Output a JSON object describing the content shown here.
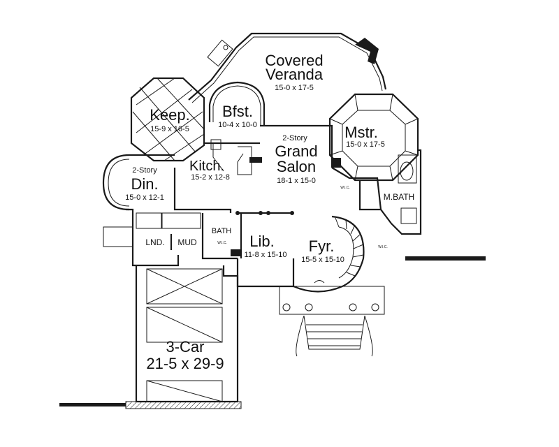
{
  "rooms": {
    "veranda": {
      "name_line1": "Covered",
      "name_line2": "Veranda",
      "dims": "15-0 x 17-5"
    },
    "keep": {
      "name": "Keep.",
      "dims": "15-9 x 16-5"
    },
    "breakfast": {
      "name": "Bfst.",
      "dims": "10-4 x 10-0"
    },
    "master": {
      "name": "Mstr.",
      "dims": "15-0 x 17-5"
    },
    "salon": {
      "prefix": "2-Story",
      "name_line1": "Grand",
      "name_line2": "Salon",
      "dims": "18-1 x 15-0"
    },
    "kitchen": {
      "name": "Kitch.",
      "dims": "15-2 x 12-8"
    },
    "dining": {
      "prefix": "2-Story",
      "name": "Din.",
      "dims": "15-0 x 12-1"
    },
    "master_bath": {
      "name": "M.BATH"
    },
    "bath": {
      "name": "BATH"
    },
    "laundry": {
      "name": "LND."
    },
    "mud": {
      "name": "MUD"
    },
    "library": {
      "name": "Lib.",
      "dims": "11-8 x 15-10"
    },
    "foyer": {
      "name": "Fyr.",
      "dims": "15-5 x 15-10"
    },
    "garage": {
      "name": "3-Car",
      "dims": "21-5 x 29-9"
    }
  },
  "closets": {
    "salon_wic": "W.I.C.",
    "master_wic": "W.I.C.",
    "bath_wic": "W.I.C."
  }
}
